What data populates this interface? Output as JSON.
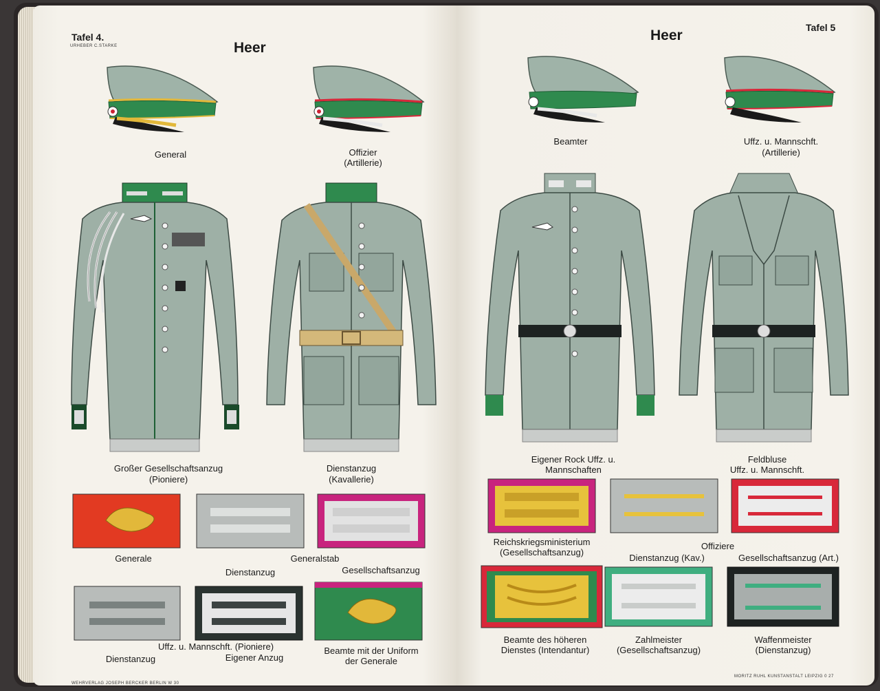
{
  "left_page": {
    "plate": "Tafel 4.",
    "credit": "URHEBER C.STARKE",
    "heading": "Heer",
    "caps": [
      {
        "line1": "General",
        "line2": ""
      },
      {
        "line1": "Offizier",
        "line2": "(Artillerie)"
      }
    ],
    "tunics": [
      {
        "line1": "Großer Gesellschaftsanzug",
        "line2": "(Pioniere)"
      },
      {
        "line1": "Dienstanzug",
        "line2": "(Kavallerie)"
      }
    ],
    "patch_labels": {
      "generale": "Generale",
      "generalstab": "Generalstab",
      "dienstanzug": "Dienstanzug",
      "gesellschaftsanzug": "Gesellschaftsanzug",
      "uffz": "Uffz. u. Mannschft. (Pioniere)",
      "dienstanzug2": "Dienstanzug",
      "eigener": "Eigener Anzug",
      "beamte_line1": "Beamte mit der Uniform",
      "beamte_line2": "der Generale"
    },
    "publisher": "WEHRVERLAG JOSEPH BERCKER BERLIN W 30"
  },
  "right_page": {
    "plate": "Tafel 5",
    "heading": "Heer",
    "caps": [
      {
        "line1": "Beamter",
        "line2": ""
      },
      {
        "line1": "Uffz. u. Mannschft.",
        "line2": "(Artillerie)"
      }
    ],
    "tunics": [
      {
        "line1": "Eigener Rock Uffz. u.",
        "line2": "Mannschaften"
      },
      {
        "line1": "Feldbluse",
        "line2": "Uffz. u. Mannschft."
      }
    ],
    "patch_labels": {
      "reich_line1": "Reichskriegsministerium",
      "reich_line2": "(Gesellschaftsanzug)",
      "offiziere": "Offiziere",
      "dienstanzug_kav": "Dienstanzug  (Kav.)",
      "gesellschaft_art": "Gesellschaftsanzug (Art.)",
      "beamte_line1": "Beamte des höheren",
      "beamte_line2": "Dienstes (Intendantur)",
      "zahl_line1": "Zahlmeister",
      "zahl_line2": "(Gesellschaftsanzug)",
      "waffen_line1": "Waffenmeister",
      "waffen_line2": "(Dienstanzug)"
    },
    "printer": "MORITZ RUHL KUNSTANSTALT LEIPZIG 0 27"
  },
  "colors": {
    "paper": "#f5f2eb",
    "field_grey": "#9eb0a6",
    "field_grey_dark": "#7f938a",
    "collar_green": "#2f8a4e",
    "general_red": "#e23a22",
    "gold": "#e2b83a",
    "artillery_red": "#d8283a",
    "cavalry_yellow": "#e7c23c",
    "magenta": "#c8247e",
    "silver": "#c9ccca",
    "dark_grey": "#3c4342"
  }
}
